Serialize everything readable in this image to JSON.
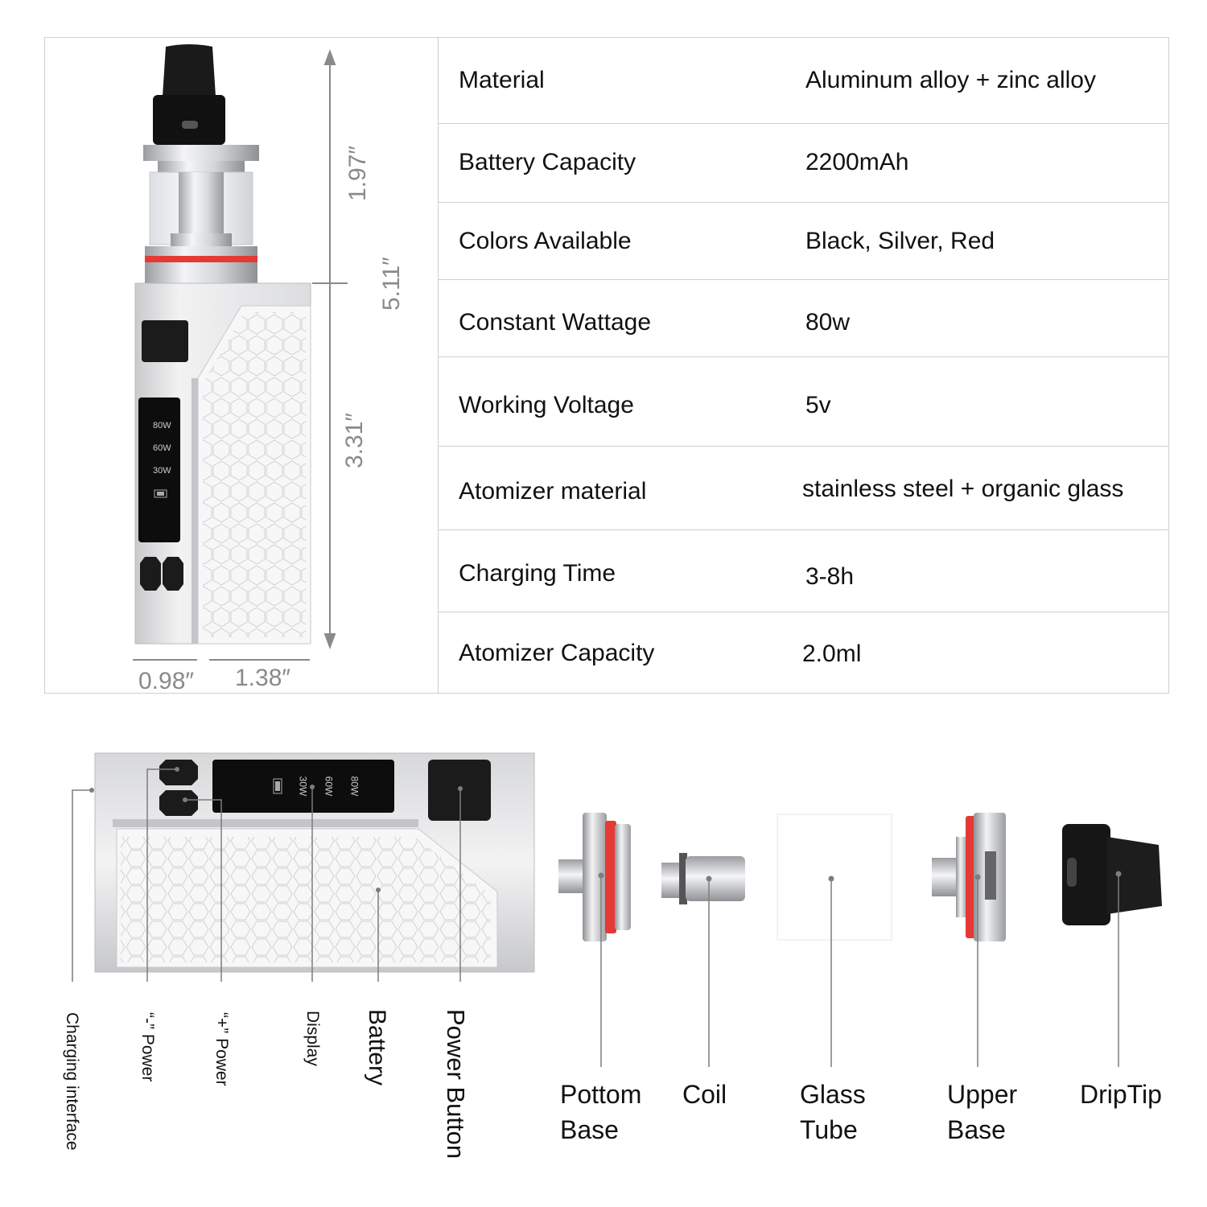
{
  "specs": [
    {
      "label": "Material",
      "value": "Aluminum alloy + zinc alloy"
    },
    {
      "label": "Battery Capacity",
      "value": "2200mAh"
    },
    {
      "label": "Colors Available",
      "value": "Black, Silver, Red"
    },
    {
      "label": "Constant Wattage",
      "value": "80w"
    },
    {
      "label": "Working Voltage",
      "value": "5v"
    },
    {
      "label": "Atomizer material",
      "value": "stainless steel + organic glass"
    },
    {
      "label": "Charging Time",
      "value": "3-8h"
    },
    {
      "label": "Atomizer Capacity",
      "value": "2.0ml"
    }
  ],
  "dimensions": {
    "tank_height": "1.97″",
    "total_height": "5.11″",
    "body_height": "3.31″",
    "depth": "0.98″",
    "width": "1.38″"
  },
  "display_readouts": [
    "80W",
    "60W",
    "30W"
  ],
  "mod_labels": {
    "charging": "Charging interface",
    "minus_power": "“-” Power",
    "plus_power": "“+” Power",
    "display": "Display",
    "battery": "Battery",
    "power_button": "Power Button"
  },
  "parts": [
    {
      "line1": "Pottom",
      "line2": "Base"
    },
    {
      "line1": "Coil",
      "line2": ""
    },
    {
      "line1": "Glass",
      "line2": "Tube"
    },
    {
      "line1": "Upper",
      "line2": "Base"
    },
    {
      "line1": "DripTip",
      "line2": ""
    }
  ],
  "colors": {
    "accent_red": "#e53935",
    "body_silver": "#e4e5e7",
    "border": "#cfcfcf",
    "dim_gray": "#8a8a8a"
  }
}
